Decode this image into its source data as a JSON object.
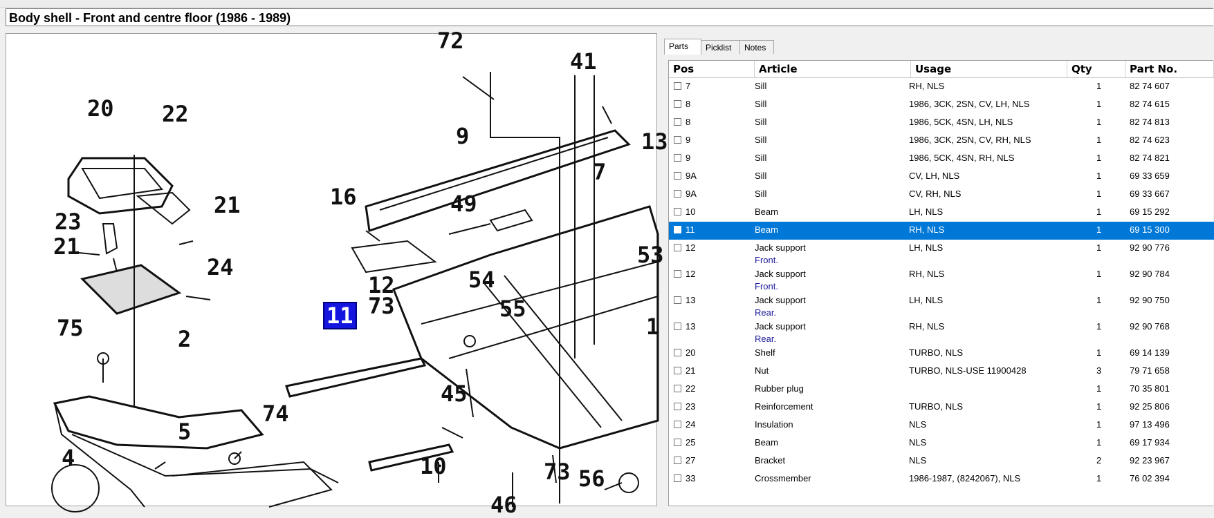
{
  "title": "Body shell - Front and centre floor   (1986 - 1989)",
  "tabs": [
    {
      "label": "Parts",
      "active": true
    },
    {
      "label": "Picklist",
      "active": false
    },
    {
      "label": "Notes",
      "active": false
    }
  ],
  "columns": [
    "Pos",
    "Article",
    "Usage",
    "Qty",
    "Part No."
  ],
  "rows": [
    {
      "pos": "7",
      "article": "Sill",
      "usage": "RH, NLS",
      "qty": "1",
      "part": "82 74 607",
      "note": "",
      "selected": false
    },
    {
      "pos": "8",
      "article": "Sill",
      "usage": "1986, 3CK, 2SN, CV, LH, NLS",
      "qty": "1",
      "part": "82 74 615",
      "note": "",
      "selected": false
    },
    {
      "pos": "8",
      "article": "Sill",
      "usage": "1986, 5CK, 4SN, LH, NLS",
      "qty": "1",
      "part": "82 74 813",
      "note": "",
      "selected": false
    },
    {
      "pos": "9",
      "article": "Sill",
      "usage": "1986, 3CK, 2SN, CV, RH, NLS",
      "qty": "1",
      "part": "82 74 623",
      "note": "",
      "selected": false
    },
    {
      "pos": "9",
      "article": "Sill",
      "usage": "1986, 5CK, 4SN, RH, NLS",
      "qty": "1",
      "part": "82 74 821",
      "note": "",
      "selected": false
    },
    {
      "pos": "9A",
      "article": "Sill",
      "usage": "CV, LH, NLS",
      "qty": "1",
      "part": "69 33 659",
      "note": "",
      "selected": false
    },
    {
      "pos": "9A",
      "article": "Sill",
      "usage": "CV, RH, NLS",
      "qty": "1",
      "part": "69 33 667",
      "note": "",
      "selected": false
    },
    {
      "pos": "10",
      "article": "Beam",
      "usage": "LH, NLS",
      "qty": "1",
      "part": "69 15 292",
      "note": "",
      "selected": false
    },
    {
      "pos": "11",
      "article": "Beam",
      "usage": "RH, NLS",
      "qty": "1",
      "part": "69 15 300",
      "note": "",
      "selected": true
    },
    {
      "pos": "12",
      "article": "Jack support",
      "usage": "LH, NLS",
      "qty": "1",
      "part": "92 90 776",
      "note": "Front.",
      "selected": false
    },
    {
      "pos": "12",
      "article": "Jack support",
      "usage": "RH, NLS",
      "qty": "1",
      "part": "92 90 784",
      "note": "Front.",
      "selected": false
    },
    {
      "pos": "13",
      "article": "Jack support",
      "usage": "LH, NLS",
      "qty": "1",
      "part": "92 90 750",
      "note": "Rear.",
      "selected": false
    },
    {
      "pos": "13",
      "article": "Jack support",
      "usage": "RH, NLS",
      "qty": "1",
      "part": "92 90 768",
      "note": "Rear.",
      "selected": false
    },
    {
      "pos": "20",
      "article": "Shelf",
      "usage": "TURBO, NLS",
      "qty": "1",
      "part": "69 14 139",
      "note": "",
      "selected": false
    },
    {
      "pos": "21",
      "article": "Nut",
      "usage": "TURBO, NLS-USE 11900428",
      "qty": "3",
      "part": "79 71 658",
      "note": "",
      "selected": false
    },
    {
      "pos": "22",
      "article": "Rubber plug",
      "usage": "",
      "qty": "1",
      "part": "70 35 801",
      "note": "",
      "selected": false
    },
    {
      "pos": "23",
      "article": "Reinforcement",
      "usage": "TURBO, NLS",
      "qty": "1",
      "part": "92 25 806",
      "note": "",
      "selected": false
    },
    {
      "pos": "24",
      "article": "Insulation",
      "usage": "NLS",
      "qty": "1",
      "part": "97 13 496",
      "note": "",
      "selected": false
    },
    {
      "pos": "25",
      "article": "Beam",
      "usage": "NLS",
      "qty": "1",
      "part": "69 17 934",
      "note": "",
      "selected": false
    },
    {
      "pos": "27",
      "article": "Bracket",
      "usage": "NLS",
      "qty": "2",
      "part": "92 23 967",
      "note": "",
      "selected": false
    },
    {
      "pos": "33",
      "article": "Crossmember",
      "usage": "1986-1987, (8242067), NLS",
      "qty": "1",
      "part": "76 02 394",
      "note": "",
      "selected": false
    }
  ],
  "diagram": {
    "callouts": [
      "72",
      "41",
      "20",
      "22",
      "9",
      "16",
      "49",
      "7",
      "23",
      "21",
      "21",
      "24",
      "12",
      "54",
      "73",
      "55",
      "11",
      "75",
      "2",
      "45",
      "5",
      "74",
      "4",
      "10",
      "73",
      "56",
      "46",
      "53",
      "13",
      "1"
    ],
    "highlighted": "11"
  },
  "colors": {
    "selection": "#0078d7",
    "highlight": "#1515e0",
    "note": "#1a1a9a"
  }
}
